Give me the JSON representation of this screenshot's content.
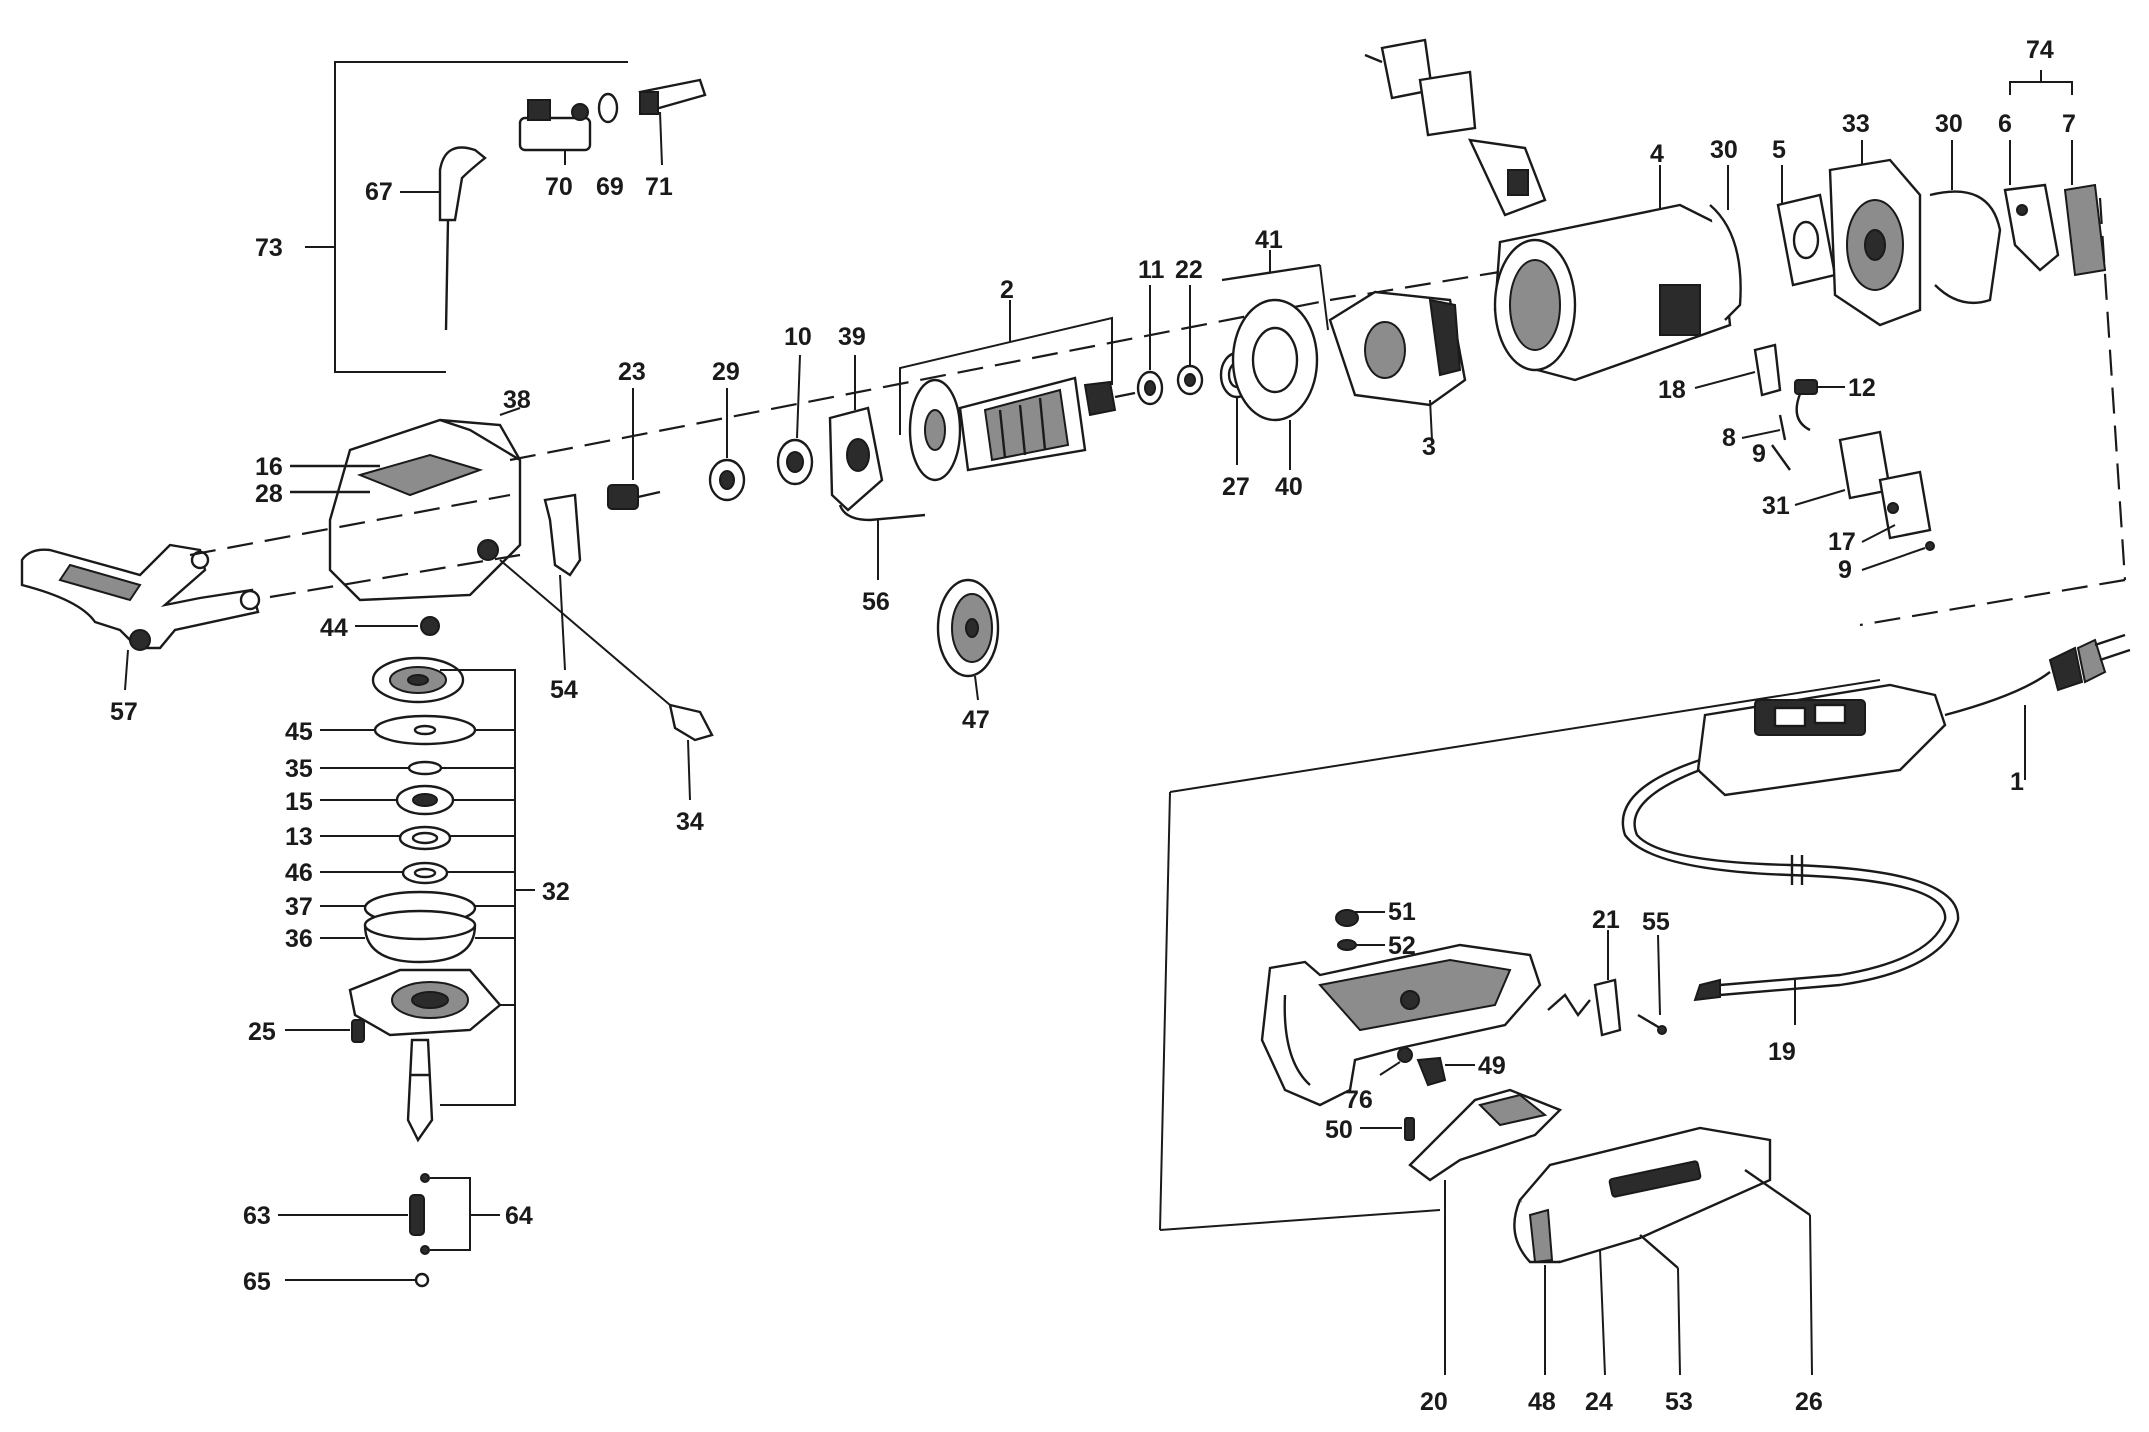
{
  "labels": {
    "l1": "1",
    "l2": "2",
    "l3": "3",
    "l4": "4",
    "l5": "5",
    "l6": "6",
    "l7": "7",
    "l8": "8",
    "l9a": "9",
    "l9b": "9",
    "l10": "10",
    "l11": "11",
    "l12": "12",
    "l13": "13",
    "l15": "15",
    "l16": "16",
    "l17": "17",
    "l18": "18",
    "l19": "19",
    "l20": "20",
    "l21": "21",
    "l22": "22",
    "l23": "23",
    "l24": "24",
    "l25": "25",
    "l26": "26",
    "l27": "27",
    "l28": "28",
    "l29": "29",
    "l30a": "30",
    "l30b": "30",
    "l31": "31",
    "l32": "32",
    "l33": "33",
    "l34": "34",
    "l35": "35",
    "l36": "36",
    "l37": "37",
    "l38": "38",
    "l39": "39",
    "l40": "40",
    "l41": "41",
    "l44": "44",
    "l45": "45",
    "l46": "46",
    "l47": "47",
    "l48": "48",
    "l49": "49",
    "l50": "50",
    "l51": "51",
    "l52": "52",
    "l53": "53",
    "l54": "54",
    "l55": "55",
    "l56": "56",
    "l57": "57",
    "l63": "63",
    "l64": "64",
    "l65": "65",
    "l67": "67",
    "l69": "69",
    "l70": "70",
    "l71": "71",
    "l73": "73",
    "l74": "74",
    "l76": "76"
  }
}
